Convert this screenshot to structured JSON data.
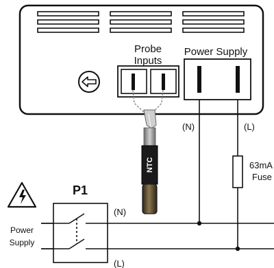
{
  "labels": {
    "probe_line1": "Probe",
    "probe_line2": "Inputs",
    "power_supply_header": "Power Supply",
    "neutral_terminal": "(N)",
    "line_terminal": "(L)",
    "fuse_rating": "63mA",
    "fuse": "Fuse",
    "sensor": "NTC",
    "switch_ref": "P1",
    "switch_neutral": "(N)",
    "switch_line": "(L)",
    "supply_line1": "Power",
    "supply_line2": "Supply"
  },
  "icons": {
    "back_button": "arrow-left-icon",
    "warning": "high-voltage-warning-icon"
  },
  "colors": {
    "stroke": "#111111",
    "sensor_body": "#1a1a1a",
    "sensor_tip": "#6b5a3a",
    "cable": "#9a9a9a",
    "probe_wire": "#8a8a8a"
  }
}
